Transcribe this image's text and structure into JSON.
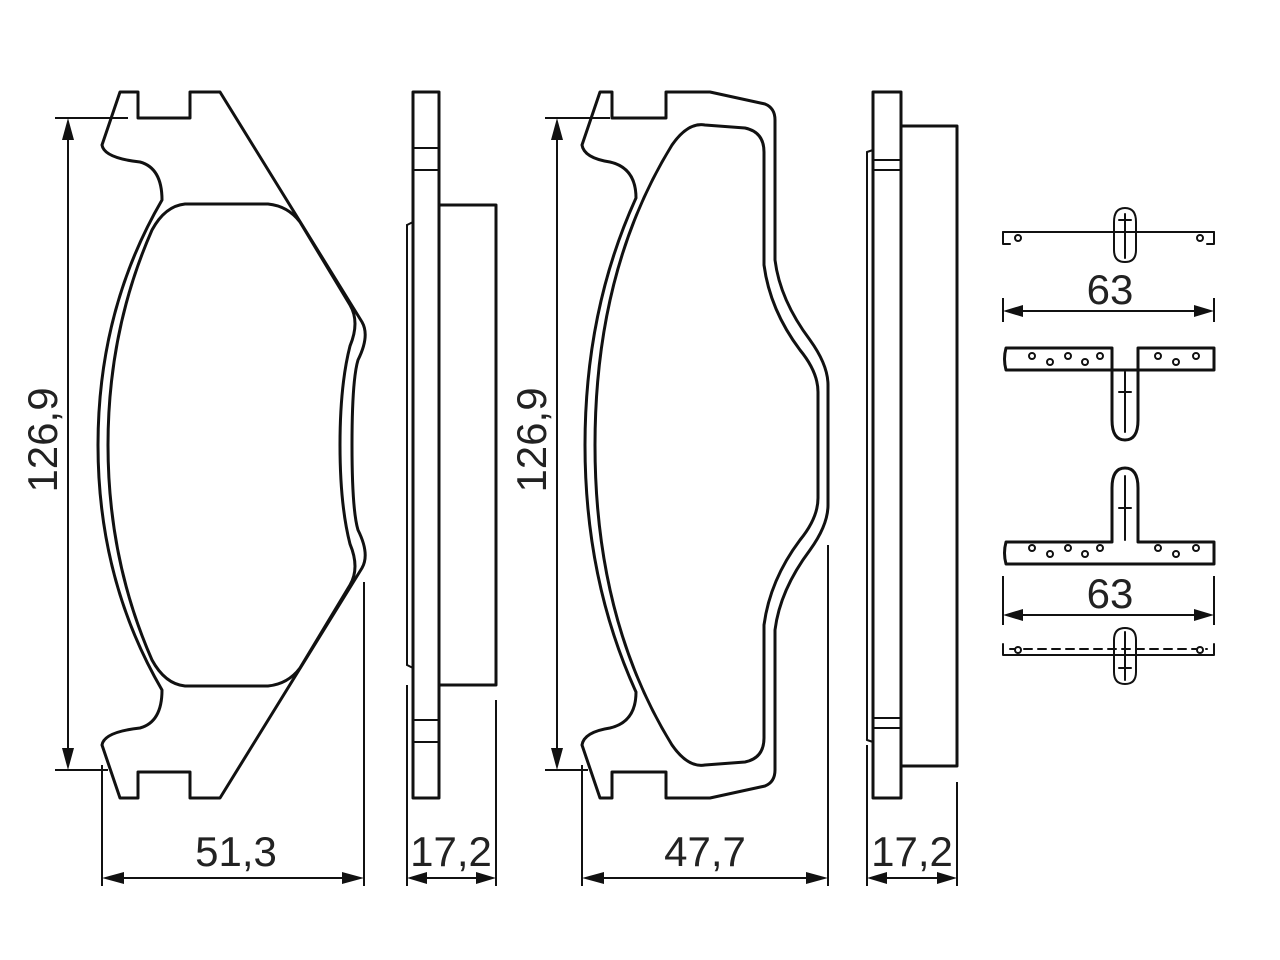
{
  "dimensions": {
    "pad1_height": "126,9",
    "pad1_width": "51,3",
    "pad1_thickness": "17,2",
    "pad2_height": "126,9",
    "pad2_width": "47,7",
    "pad2_thickness": "17,2",
    "clip_top_width": "63",
    "clip_bottom_width": "63"
  },
  "colors": {
    "line": "#111111",
    "text": "#222222",
    "background": "#ffffff"
  }
}
